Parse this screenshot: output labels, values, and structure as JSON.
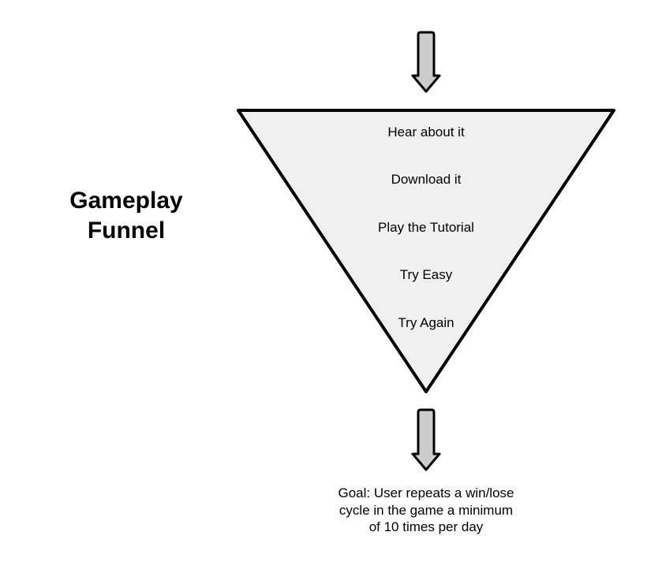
{
  "title": {
    "line1": "Gameplay",
    "line2": "Funnel"
  },
  "stages": [
    "Hear about it",
    "Download it",
    "Play the Tutorial",
    "Try Easy",
    "Try Again"
  ],
  "goal": {
    "line1": "Goal: User repeats a win/lose",
    "line2": "cycle in the game a minimum",
    "line3": "of 10 times per day"
  },
  "colors": {
    "funnel_fill": "#f0f0f0",
    "arrow_fill": "#cccccc",
    "stroke": "#000000"
  }
}
